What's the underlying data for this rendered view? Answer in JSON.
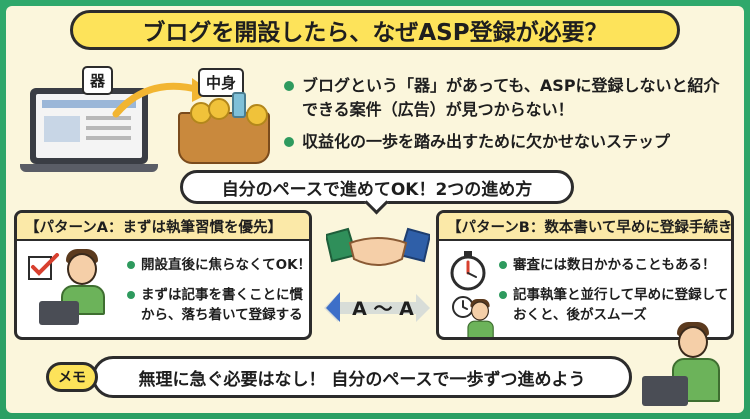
{
  "title": "ブログを開設したら、なぜASP登録が必要？",
  "illustration": {
    "container_label": "器",
    "contents_label": "中身"
  },
  "top_points": [
    "ブログという「器」があっても、ASPに登録しないと紹介できる案件（広告）が見つからない！",
    "収益化の一歩を踏み出すために欠かせないステップ"
  ],
  "banner": "自分のペースで進めてOK！2つの進め方",
  "pattern_a": {
    "heading": "【パターンA：まずは執筆習慣を優先】",
    "points": [
      "開設直後に焦らなくてOK！",
      "まずは記事を書くことに慣から、落ち着いて登録する"
    ]
  },
  "pattern_b": {
    "heading": "【パターンB：数本書いて早めに登録手続き】",
    "points": [
      "審査には数日かかることもある！",
      "記事執筆と並行して早めに登録しておくと、後がスムーズ"
    ]
  },
  "middle_arrow_label": "A 〜 A",
  "memo": {
    "tag": "メモ",
    "text": "無理に急ぐ必要はなし！ 自分のペースで一歩ずつ進めよう"
  },
  "colors": {
    "background_green": "#2fa86b",
    "panel": "#fbf6dc",
    "title_yellow": "#fde35a",
    "bullet_green": "#2e9a5e",
    "card_header": "#fbe9a8",
    "arrow_blue": "#3d6fc8"
  }
}
